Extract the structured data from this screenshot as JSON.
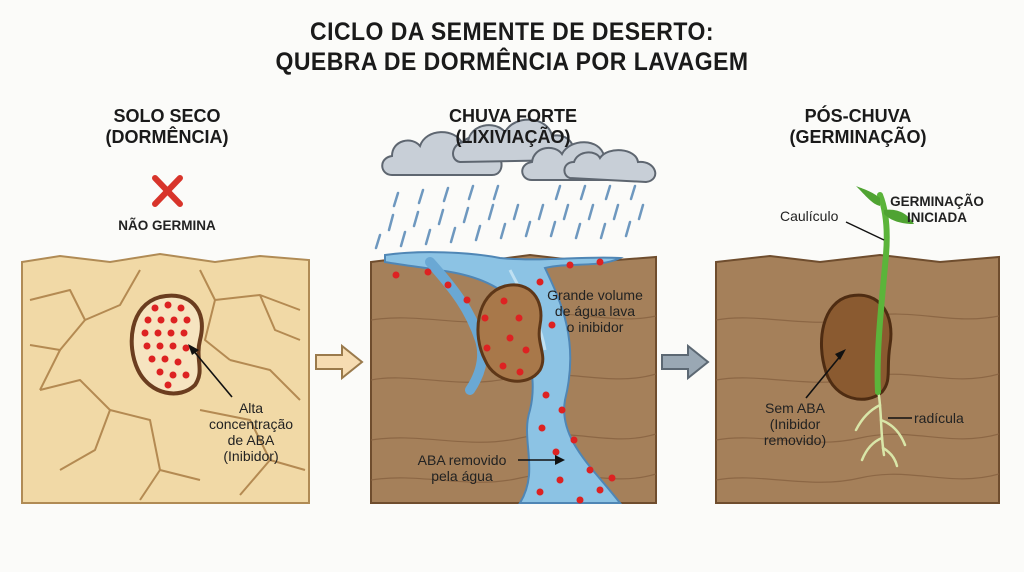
{
  "title": {
    "line1": "CICLO DA SEMENTE DE DESERTO:",
    "line2": "QUEBRA DE DORMÊNCIA POR LAVAGEM"
  },
  "panels": [
    {
      "heading_line1": "SOLO SECO",
      "heading_line2": "(DORMÊNCIA)",
      "status": "NÃO GERMINA",
      "callout_lines": [
        "Alta",
        "concentração",
        "de ABA",
        "(Inibidor)"
      ]
    },
    {
      "heading_line1": "CHUVA FORTE",
      "heading_line2": "(LIXIVIAÇÃO)",
      "callout_top_lines": [
        "Grande volume",
        "de água lava",
        "o inibidor"
      ],
      "callout_bottom_lines": [
        "ABA removido",
        "pela água"
      ]
    },
    {
      "heading_line1": "PÓS-CHUVA",
      "heading_line2": "(GERMINAÇÃO)",
      "status_lines": [
        "GERMINAÇÃO",
        "INICIADA"
      ],
      "stem_label": "Caulículo",
      "seed_label_lines": [
        "Sem ABA",
        "(Inibidor",
        "removido)"
      ],
      "root_label": "radícula"
    }
  ],
  "colors": {
    "dry_soil": "#f1d9a6",
    "wet_soil": "#a5805a",
    "water": "#8cc3e4",
    "aba_dots": "#dd2222",
    "seed": "#8a5a30",
    "sprout": "#5bb43a",
    "cross": "#d8342b",
    "arrow_fill": "#f6dcb2"
  },
  "icons": [
    "cross-icon",
    "cloud-icon",
    "right-arrow-icon"
  ]
}
